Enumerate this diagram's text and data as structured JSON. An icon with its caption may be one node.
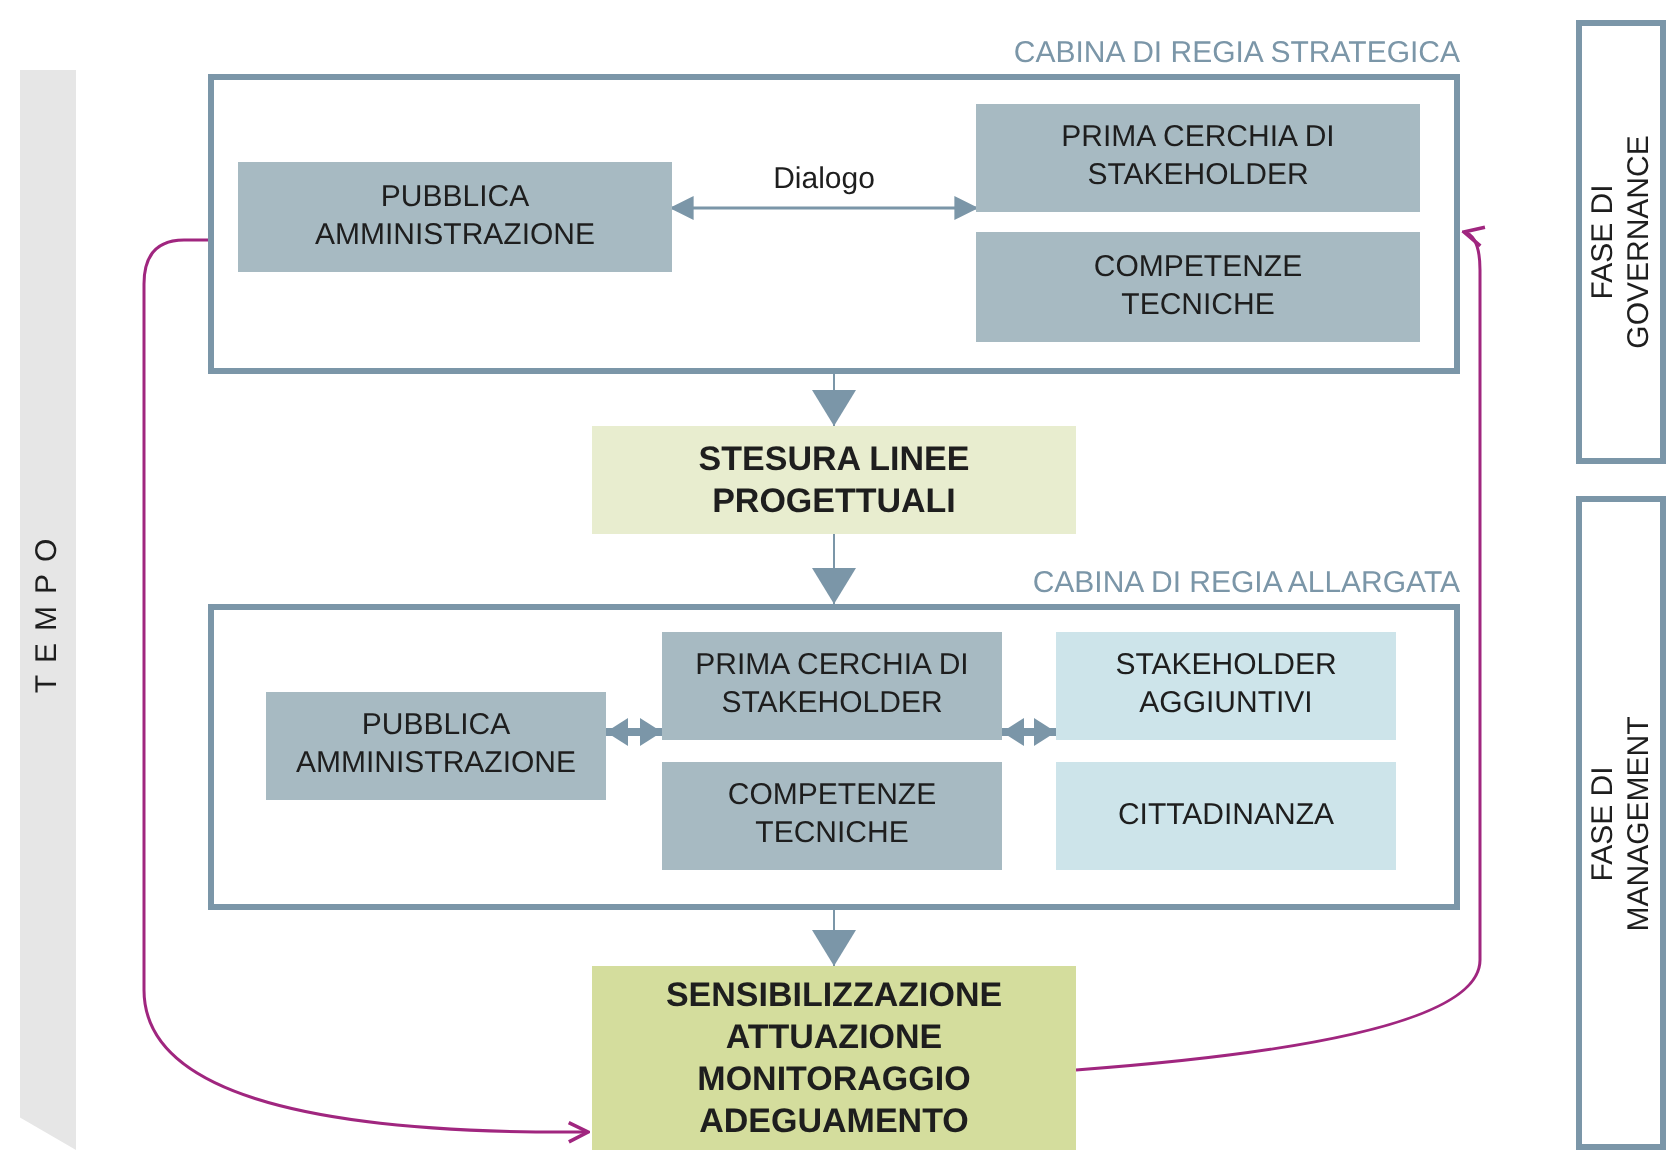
{
  "diagram": {
    "nodes": [
      {
        "text": [
          "CABINA DI REGIA STRATEGICA"
        ]
      },
      {
        "text": [
          "PUBBLICA AMMINISTRAZIONE"
        ],
        "in": 0
      },
      {
        "text": [
          "PRIMA CERCHIA DI STAKEHOLDER"
        ],
        "in": 0
      },
      {
        "text": [
          "COMPETENZE TECNICHE"
        ],
        "in": 0
      },
      {
        "text": [
          "STESURA LINEE PROGETTUALI"
        ]
      },
      {
        "text": [
          "CABINA DI REGIA ALLARGATA"
        ]
      },
      {
        "text": [
          "PUBBLICA AMMINISTRAZIONE"
        ],
        "in": 5
      },
      {
        "text": [
          "PRIMA CERCHIA DI STAKEHOLDER"
        ],
        "in": 5
      },
      {
        "text": [
          "COMPETENZE TECNICHE"
        ],
        "in": 5
      },
      {
        "text": [
          "STAKEHOLDER AGGIUNTIVI"
        ],
        "in": 5
      },
      {
        "text": [
          "CITTADINANZA"
        ],
        "in": 5
      },
      {
        "text": [
          "SENSIBILIZZAZIONE ATTUAZIONE MONITORAGGIO ADEGUAMENTO"
        ]
      },
      {
        "text": [
          "FASE DI GOVERNANCE"
        ]
      },
      {
        "text": [
          "FASE DI MANAGEMENT"
        ]
      },
      {
        "text": [
          "TEMPO"
        ]
      }
    ],
    "edges": [
      {
        "from": 1,
        "to": 2,
        "arrow": "both",
        "label": "Dialogo"
      },
      {
        "from": 0,
        "to": 4,
        "arrow": "to"
      },
      {
        "from": 4,
        "to": 5,
        "arrow": "to"
      },
      {
        "from": 6,
        "to": 7,
        "arrow": "both",
        "style": "thick"
      },
      {
        "from": 7,
        "to": 9,
        "arrow": "both",
        "style": "thick"
      },
      {
        "from": 5,
        "to": 11,
        "arrow": "to"
      },
      {
        "from": 0,
        "to": 11,
        "arrow": "to",
        "color": "#a0267f"
      },
      {
        "from": 11,
        "to": 0,
        "arrow": "to",
        "color": "#a0267f"
      }
    ]
  }
}
